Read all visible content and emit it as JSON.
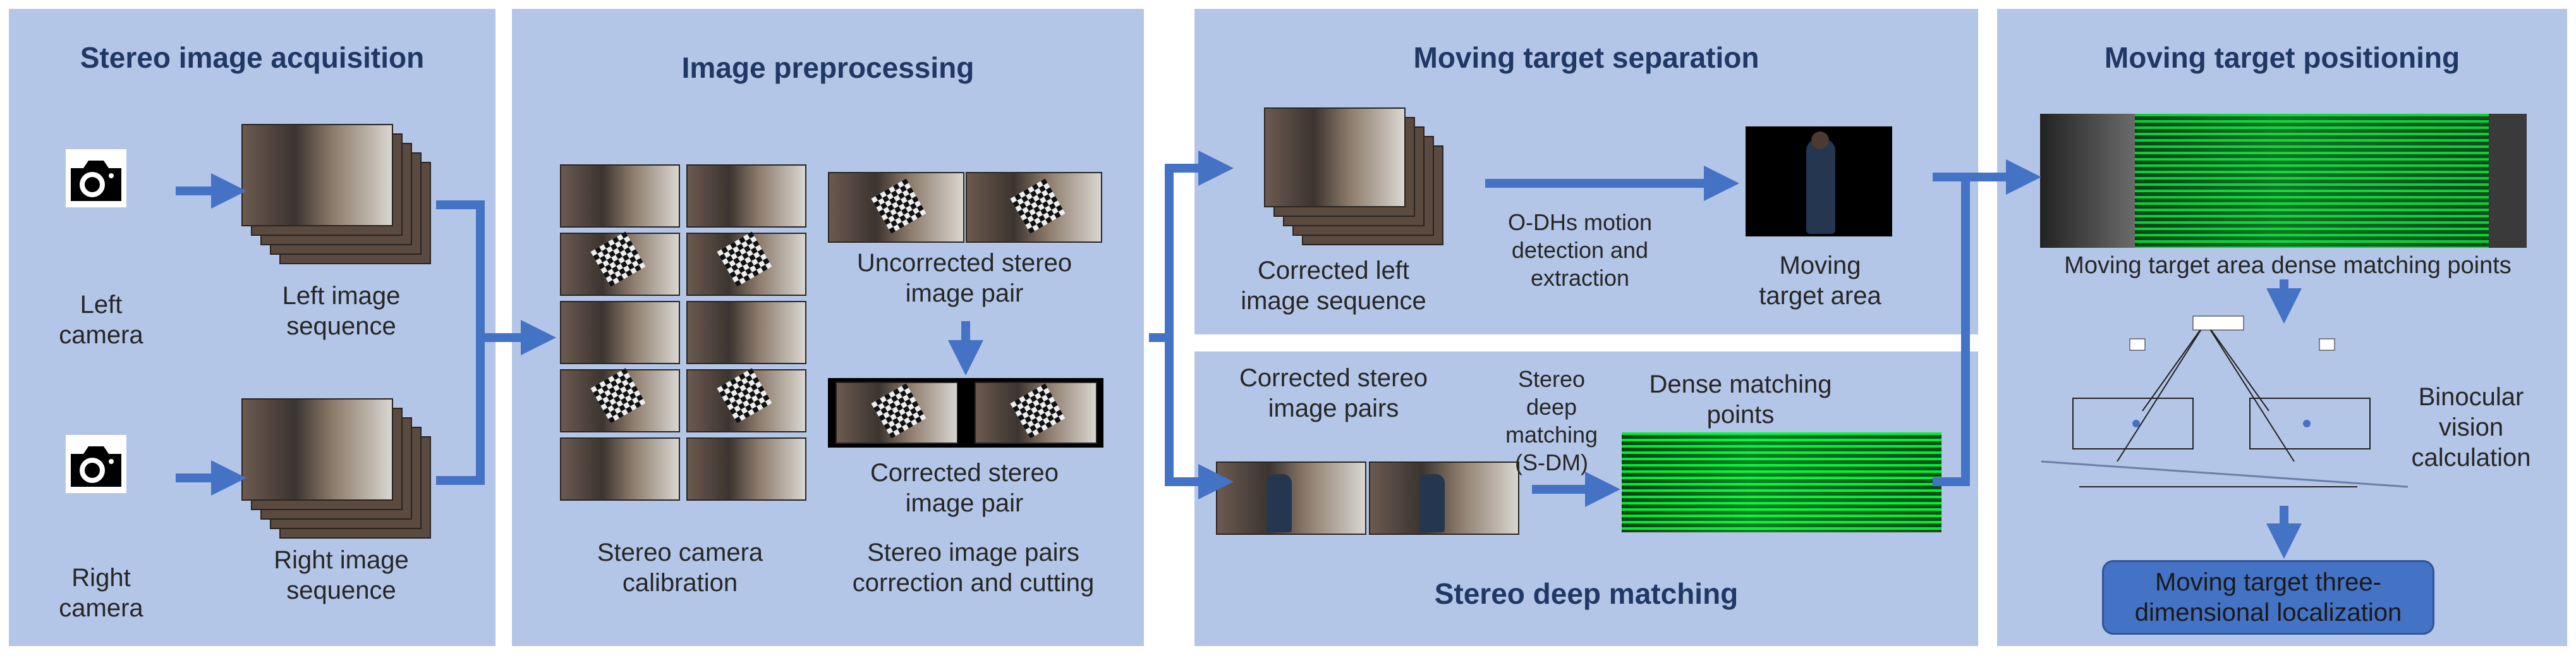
{
  "panels": {
    "acquisition": {
      "title": "Stereo image acquisition",
      "left_camera": "Left camera",
      "left_sequence": "Left image sequence",
      "right_camera": "Right camera",
      "right_sequence": "Right image sequence"
    },
    "preprocessing": {
      "title": "Image preprocessing",
      "uncorrected": "Uncorrected stereo image pair",
      "corrected_pair": "Corrected stereo image pair",
      "calibration": "Stereo camera calibration",
      "correction": "Stereo image pairs correction and cutting"
    },
    "separation": {
      "title": "Moving target separation",
      "corrected_left": "Corrected left image sequence",
      "odhs": "O-DHs motion detection and extraction",
      "target_area": "Moving target area"
    },
    "deep_matching": {
      "title": "Stereo deep matching",
      "corrected_pairs": "Corrected stereo image pairs",
      "sdm": "Stereo deep matching (S-DM)",
      "dense_points": "Dense matching points"
    },
    "positioning": {
      "title": "Moving target positioning",
      "dense_area": "Moving target area dense matching points",
      "binocular": "Binocular vision calculation",
      "localization": "Moving target three-dimensional localization"
    }
  },
  "colors": {
    "panel": "#b4c6e7",
    "arrow": "#4472c4",
    "title": "#1f3864"
  }
}
